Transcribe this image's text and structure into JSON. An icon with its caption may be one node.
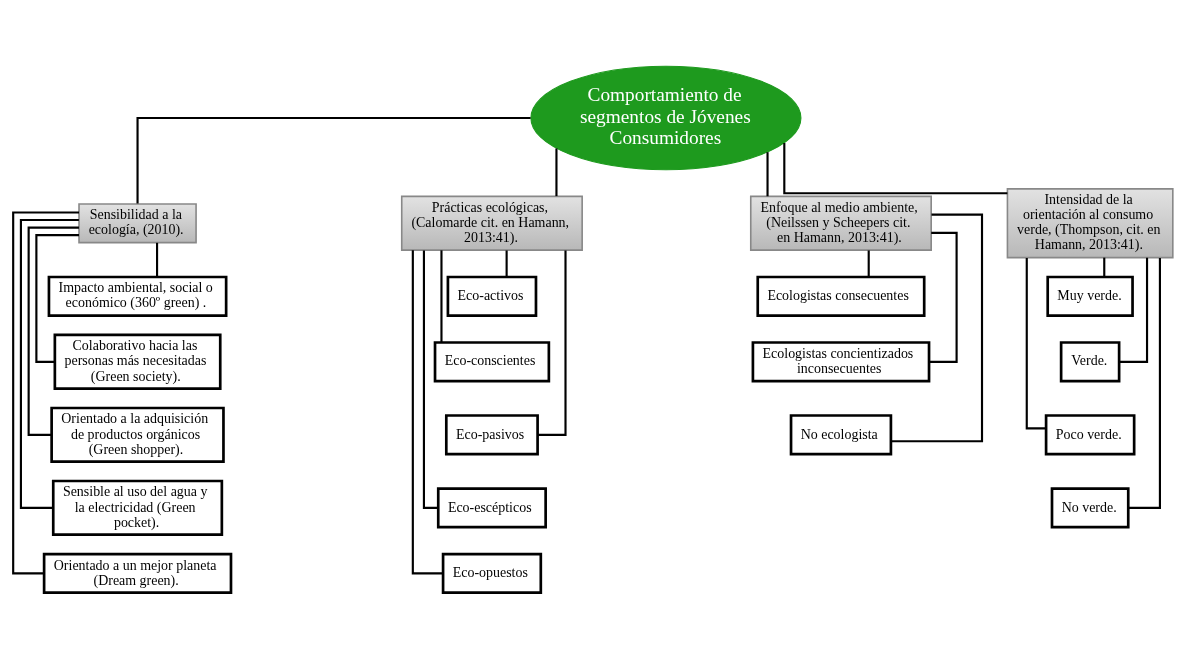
{
  "diagram": {
    "nodes": [
      {
        "text": [
          "Comportamiento de segmentos de Jóvenes Consumidores"
        ]
      },
      {
        "text": [
          "Sensibilidad a la ecología, (2010)."
        ]
      },
      {
        "text": [
          "Impacto ambiental, social o económico (360º green) ."
        ]
      },
      {
        "text": [
          "Colaborativo hacia las personas más necesitadas (Green society)."
        ]
      },
      {
        "text": [
          "Orientado a la adquisición de productos orgánicos (Green shopper)."
        ]
      },
      {
        "text": [
          "Sensible al uso del agua y la electricidad (Green pocket)."
        ]
      },
      {
        "text": [
          "Orientado a un mejor planeta (Dream green)."
        ]
      },
      {
        "text": [
          "Prácticas ecológicas, (Calomarde cit. en Hamann, 2013:41)."
        ]
      },
      {
        "text": [
          "Eco-activos"
        ]
      },
      {
        "text": [
          "Eco-conscientes"
        ]
      },
      {
        "text": [
          "Eco-pasivos"
        ]
      },
      {
        "text": [
          "Eco-escépticos"
        ]
      },
      {
        "text": [
          "Eco-opuestos"
        ]
      },
      {
        "text": [
          "Enfoque al medio ambiente, (Neilssen y Scheepers cit. en Hamann, 2013:41)."
        ]
      },
      {
        "text": [
          "Ecologistas consecuentes"
        ]
      },
      {
        "text": [
          "Ecologistas concientizados inconsecuentes"
        ]
      },
      {
        "text": [
          "No ecologista"
        ]
      },
      {
        "text": [
          "Intensidad de la orientación al consumo verde, (Thompson, cit. en Hamann, 2013:41)."
        ]
      },
      {
        "text": [
          "Muy verde."
        ]
      },
      {
        "text": [
          "Verde."
        ]
      },
      {
        "text": [
          "Poco verde."
        ]
      },
      {
        "text": [
          "No verde."
        ]
      }
    ],
    "edges": [
      {
        "from": 0,
        "to": 1,
        "arrow": "none"
      },
      {
        "from": 0,
        "to": 7,
        "arrow": "none"
      },
      {
        "from": 0,
        "to": 13,
        "arrow": "none"
      },
      {
        "from": 0,
        "to": 17,
        "arrow": "none"
      },
      {
        "from": 1,
        "to": 2,
        "arrow": "none"
      },
      {
        "from": 1,
        "to": 3,
        "arrow": "none"
      },
      {
        "from": 1,
        "to": 4,
        "arrow": "none"
      },
      {
        "from": 1,
        "to": 5,
        "arrow": "none"
      },
      {
        "from": 1,
        "to": 6,
        "arrow": "none"
      },
      {
        "from": 7,
        "to": 8,
        "arrow": "none"
      },
      {
        "from": 7,
        "to": 9,
        "arrow": "none"
      },
      {
        "from": 7,
        "to": 10,
        "arrow": "none"
      },
      {
        "from": 7,
        "to": 11,
        "arrow": "none"
      },
      {
        "from": 7,
        "to": 12,
        "arrow": "none"
      },
      {
        "from": 13,
        "to": 14,
        "arrow": "none"
      },
      {
        "from": 13,
        "to": 15,
        "arrow": "none"
      },
      {
        "from": 13,
        "to": 16,
        "arrow": "none"
      },
      {
        "from": 17,
        "to": 18,
        "arrow": "none"
      },
      {
        "from": 17,
        "to": 19,
        "arrow": "none"
      },
      {
        "from": 17,
        "to": 20,
        "arrow": "none"
      },
      {
        "from": 17,
        "to": 21,
        "arrow": "none"
      }
    ]
  }
}
